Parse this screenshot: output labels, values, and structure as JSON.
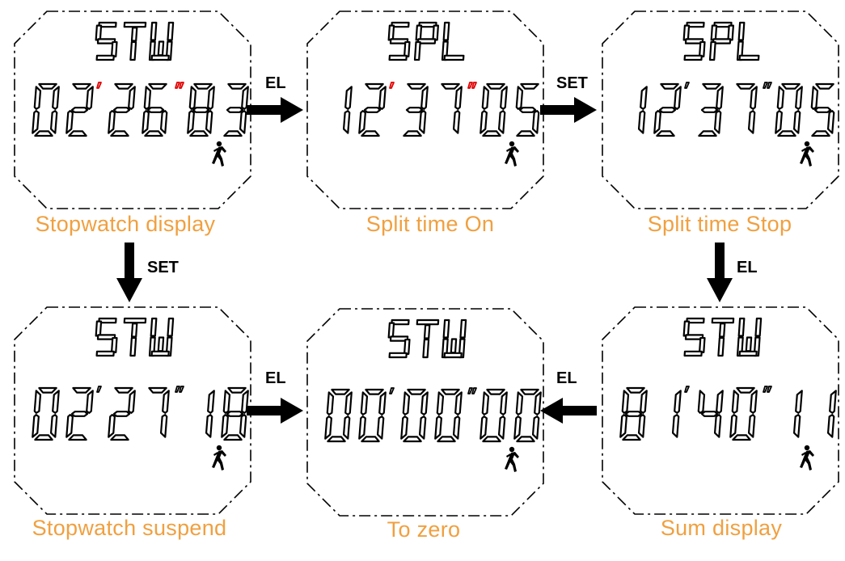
{
  "colors": {
    "caption": "#f0a040",
    "text": "#000000",
    "lap_marker": "#e00000"
  },
  "screens": [
    {
      "id": "stopwatch-display",
      "top": "STW",
      "digits": "022683",
      "caption": "Stopwatch display",
      "red_marks": true
    },
    {
      "id": "split-time-on",
      "top": "SPL",
      "digits": "123705",
      "caption": "Split time On",
      "red_marks": true,
      "leading_blank": true
    },
    {
      "id": "split-time-stop",
      "top": "SPL",
      "digits": "123705",
      "caption": "Split time Stop",
      "red_marks": false,
      "leading_blank": true
    },
    {
      "id": "stopwatch-suspend",
      "top": "STW",
      "digits": "022718",
      "caption": "Stopwatch suspend",
      "red_marks": false
    },
    {
      "id": "to-zero",
      "top": "STW",
      "digits": "000000",
      "caption": "To zero",
      "red_marks": false
    },
    {
      "id": "sum-display",
      "top": "STW",
      "digits": "814011",
      "caption": "Sum display",
      "red_marks": false
    }
  ],
  "arrows": [
    {
      "id": "el-1",
      "label": "EL",
      "direction": "right"
    },
    {
      "id": "set-1",
      "label": "SET",
      "direction": "right"
    },
    {
      "id": "set-2",
      "label": "SET",
      "direction": "down"
    },
    {
      "id": "el-2",
      "label": "EL",
      "direction": "down"
    },
    {
      "id": "el-3",
      "label": "EL",
      "direction": "right"
    },
    {
      "id": "el-4",
      "label": "EL",
      "direction": "left"
    }
  ],
  "icons": {
    "runner": "running-person-icon"
  }
}
